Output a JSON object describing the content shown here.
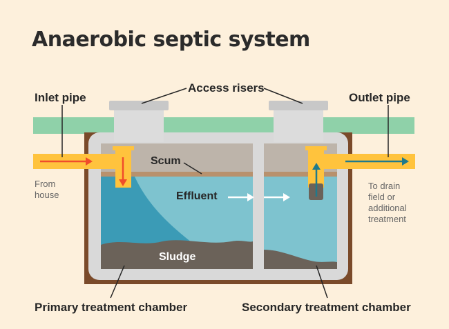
{
  "title": "Anaerobic septic system",
  "labels": {
    "access_risers": "Access risers",
    "inlet_pipe": "Inlet pipe",
    "outlet_pipe": "Outlet pipe",
    "from_house": [
      "From",
      "house"
    ],
    "to_drain": [
      "To drain",
      "field or",
      "additional",
      "treatment"
    ],
    "scum": "Scum",
    "effluent": "Effluent",
    "sludge": "Sludge",
    "primary_chamber": "Primary treatment chamber",
    "secondary_chamber": "Secondary treatment chamber"
  },
  "colors": {
    "background": "#fdf0dc",
    "grass": "#8fd1a9",
    "soil": "#7a4a2a",
    "tank_wall": "#d9d9d9",
    "scum_zone": "#bdb4aa",
    "scum_line": "#b8916d",
    "effluent_light": "#7ec3cf",
    "effluent_dark": "#3b9bb6",
    "sludge": "#6b6259",
    "pipe": "#ffc33d",
    "inlet_arrow": "#f04d2b",
    "outlet_arrow": "#1f7a8c",
    "text": "#262626"
  }
}
